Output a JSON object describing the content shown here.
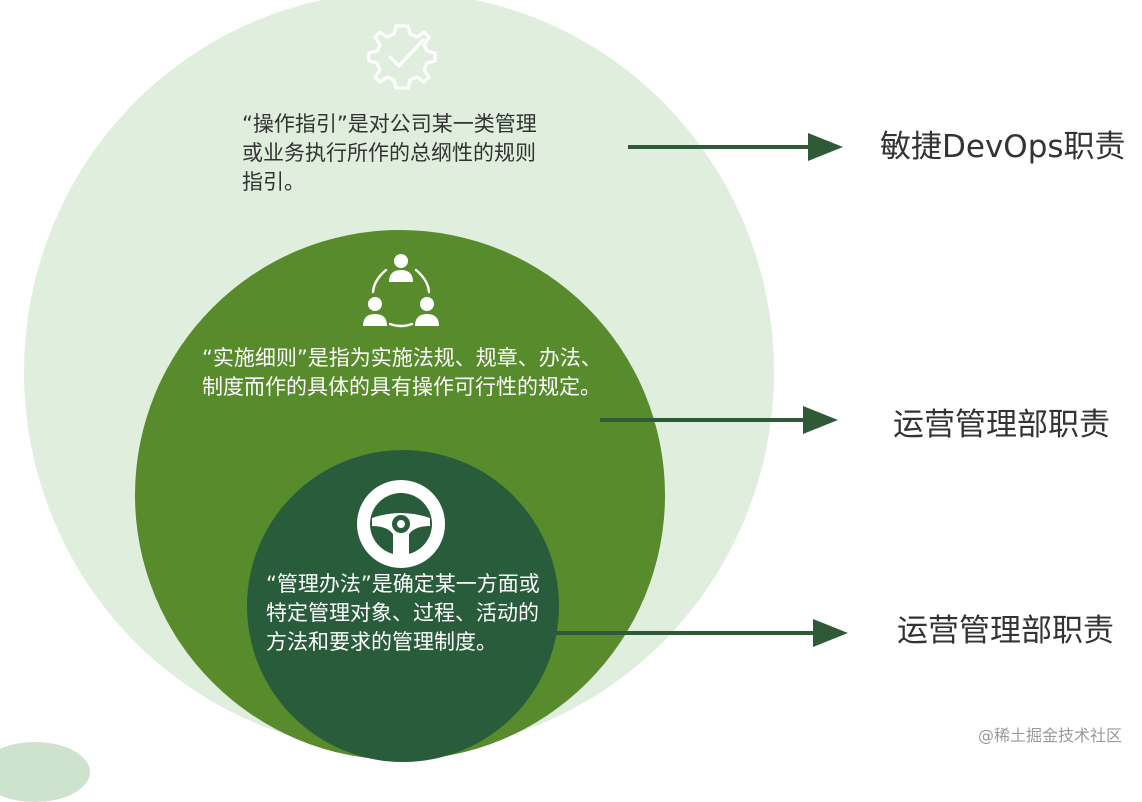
{
  "layers": {
    "outer": {
      "icon": "gear-check-icon",
      "text": "“操作指引”是对公司某一类管理或业务执行所作的总纲性的规则指引。",
      "role": "敏捷DevOps职责",
      "color": "#dfeedd"
    },
    "middle": {
      "icon": "team-cycle-icon",
      "text": "“实施细则”是指为实施法规、规章、办法、制度而作的具体的具有操作可行性的规定。",
      "role": "运营管理部职责",
      "color": "#578b2c"
    },
    "inner": {
      "icon": "steering-wheel-icon",
      "text": "“管理办法”是确定某一方面或特定管理对象、过程、活动的方法和要求的管理制度。",
      "role": "运营管理部职责",
      "color": "#295c3b"
    }
  },
  "arrow_color": "#2f5a38",
  "watermark": "@稀土掘金技术社区"
}
